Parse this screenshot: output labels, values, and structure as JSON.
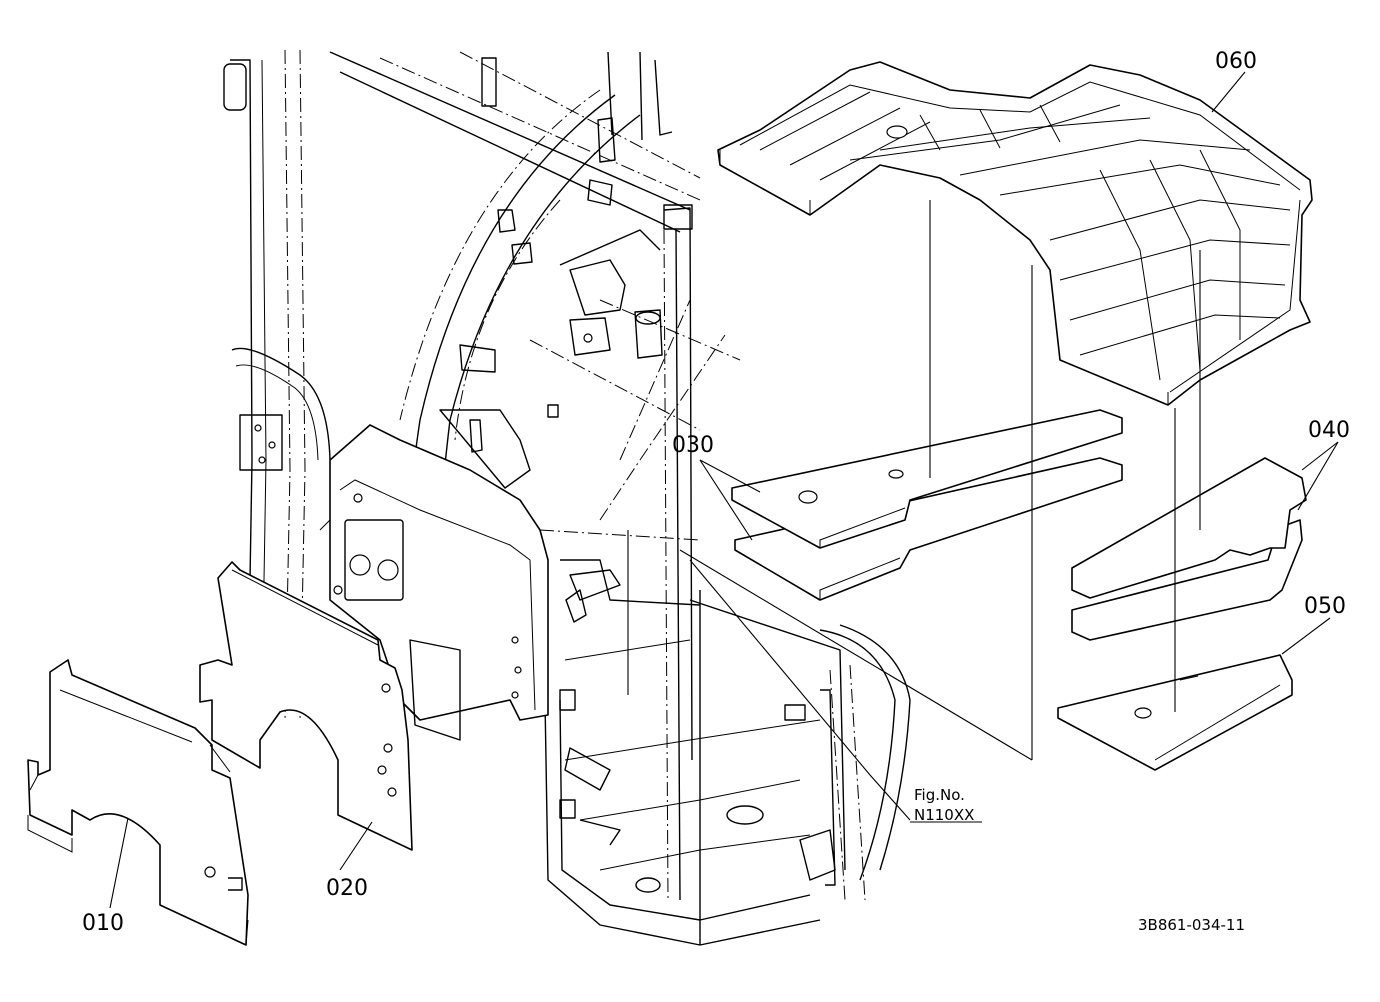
{
  "diagram": {
    "part_labels": {
      "p010": "010",
      "p020": "020",
      "p030": "030",
      "p040": "040",
      "p050": "050",
      "p060": "060"
    },
    "figure_ref": {
      "line1": "Fig.No.",
      "line2": "N110XX"
    },
    "drawing_code": "3B861-034-11"
  }
}
